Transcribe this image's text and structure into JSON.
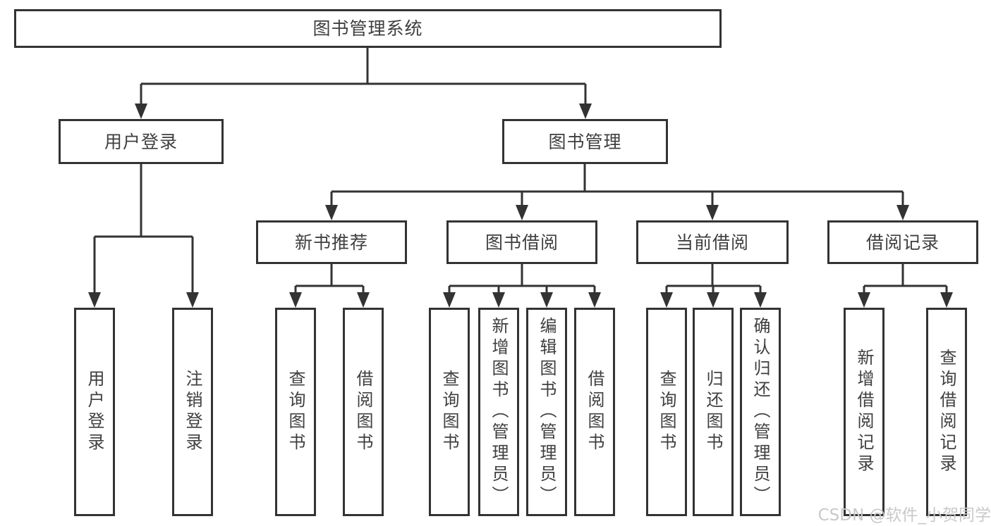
{
  "diagram": {
    "root": {
      "label": "图书管理系统"
    },
    "branches": [
      {
        "label": "用户登录",
        "children": [
          {
            "label": "用户登录"
          },
          {
            "label": "注销登录"
          }
        ]
      },
      {
        "label": "图书管理",
        "children": [
          {
            "label": "新书推荐",
            "children": [
              {
                "label": "查询图书"
              },
              {
                "label": "借阅图书"
              }
            ]
          },
          {
            "label": "图书借阅",
            "children": [
              {
                "label": "查询图书"
              },
              {
                "label": "新增图书（管理员）"
              },
              {
                "label": "编辑图书（管理员）"
              },
              {
                "label": "借阅图书"
              }
            ]
          },
          {
            "label": "当前借阅",
            "children": [
              {
                "label": "查询图书"
              },
              {
                "label": "归还图书"
              },
              {
                "label": "确认归还（管理员）"
              }
            ]
          },
          {
            "label": "借阅记录",
            "children": [
              {
                "label": "新增借阅记录"
              },
              {
                "label": "查询借阅记录"
              }
            ]
          }
        ]
      }
    ]
  },
  "watermark": {
    "text": "CSDN @软件_小贺同学"
  },
  "colors": {
    "line": "#333333",
    "box_border": "#333333",
    "text": "#3f3f3f",
    "watermark": "#c9c9c9",
    "background": "#ffffff"
  }
}
